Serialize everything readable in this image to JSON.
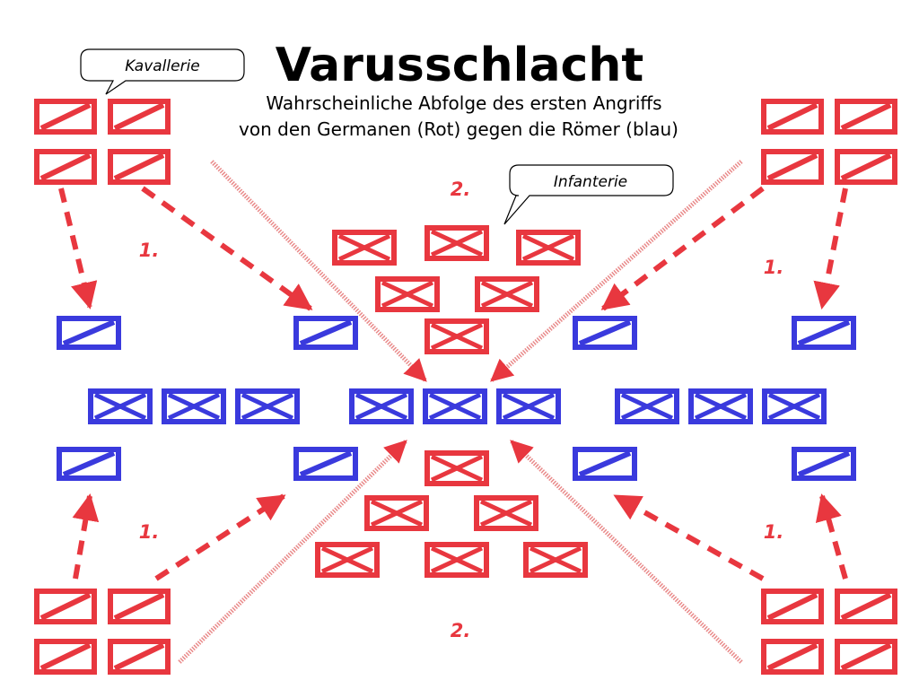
{
  "title": "Varusschlacht",
  "subtitle_line1": "Wahrscheinliche Abfolge des ersten Angriffs",
  "subtitle_line2": "von den Germanen (Rot) gegen die Römer (blau)",
  "callouts": {
    "cavalry": "Kavallerie",
    "infantry": "Infanterie"
  },
  "step_labels": {
    "first": "1.",
    "second": "2."
  },
  "colors": {
    "germans_red": "#e8373f",
    "romans_blue": "#3a3add",
    "background": "#ffffff",
    "text": "#000000"
  },
  "legend_symbols": {
    "cavalry": "diagonal-slash-rectangle",
    "infantry": "x-cross-rectangle"
  }
}
